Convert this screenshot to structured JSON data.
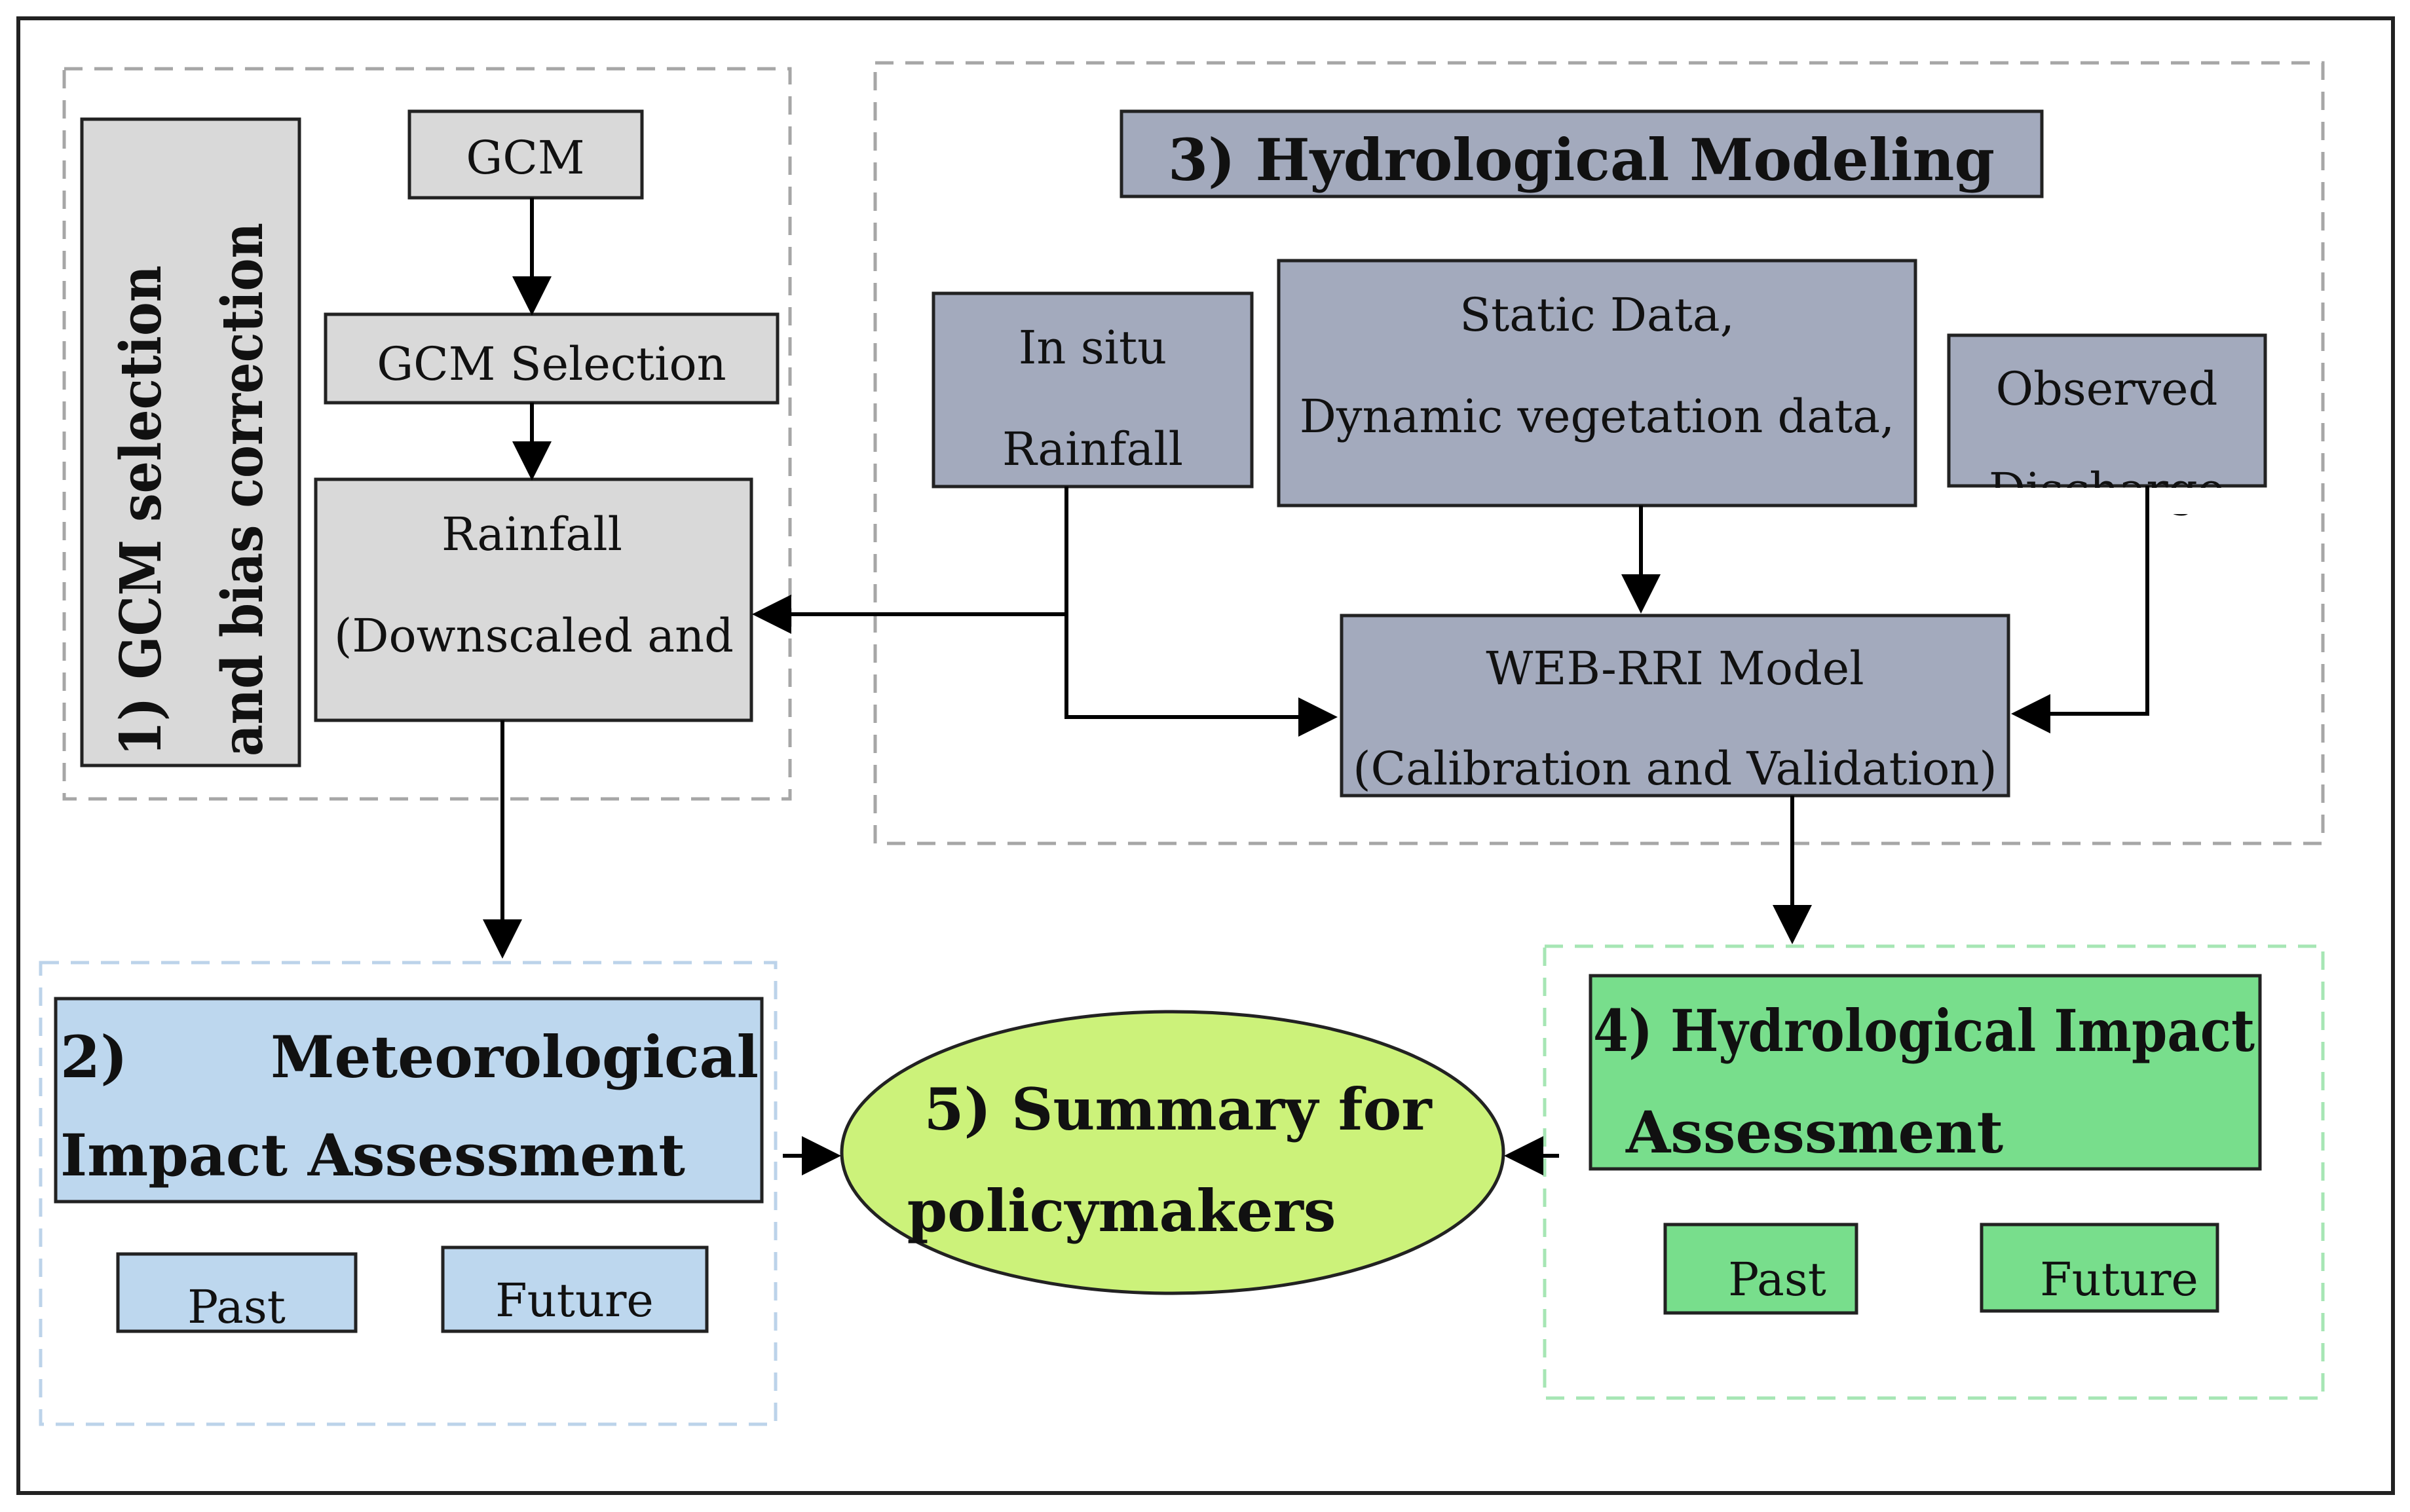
{
  "colors": {
    "gray_box": "#d9d9d9",
    "slate_box": "#a3aabd",
    "blue_box": "#bdd7ee",
    "green_box": "#78de8c",
    "ellipse": "#ccf27a",
    "border": "#222222",
    "dash_gray": "#a6a6a6",
    "dash_blue": "#bcd3ea",
    "dash_green": "#a6e6b4"
  },
  "section1": {
    "title_line1": "1) GCM selection",
    "title_line2": "and bias correction",
    "gcm": "GCM",
    "gcm_selection": "GCM Selection",
    "rainfall_line1": "Rainfall",
    "rainfall_line2": "(Downscaled and"
  },
  "section3": {
    "title": "3) Hydrological Modeling",
    "insitu_line1": "In situ",
    "insitu_line2": "Rainfall",
    "static_line1": "Static Data,",
    "static_line2": "Dynamic vegetation data,",
    "observed_line1": "Observed",
    "observed_line2": "Discharge",
    "model_line1": "WEB-RRI Model",
    "model_line2": "(Calibration and Validation)"
  },
  "section2": {
    "title_num": "2)",
    "title_word": "Meteorological",
    "title_line2": "Impact Assessment",
    "past": "Past",
    "future": "Future"
  },
  "section4": {
    "title_line1": "4) Hydrological Impact",
    "title_line2": "Assessment",
    "past": "Past",
    "future": "Future"
  },
  "summary": {
    "line1": "5) Summary for",
    "line2": "policymakers"
  }
}
